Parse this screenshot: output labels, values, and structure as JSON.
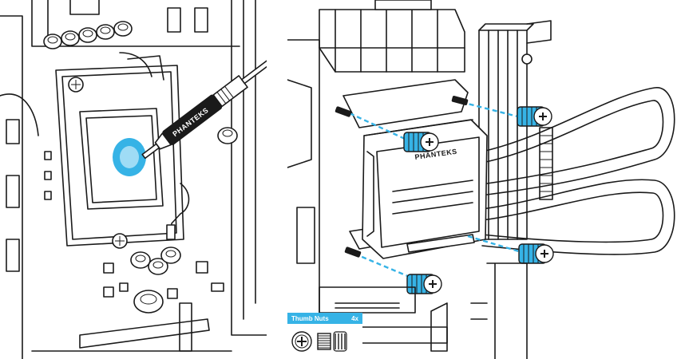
{
  "colors": {
    "accent": "#36b3e6",
    "accent_light": "#9fdcf5",
    "line": "#1a1a1a",
    "background": "#ffffff"
  },
  "syringe": {
    "brand": "PHANTEKS"
  },
  "pump": {
    "brand": "PHANTEKS"
  },
  "legend": {
    "title": "Thumb Nuts",
    "quantity": "4x"
  },
  "icons": [
    "thumb-nut-top-icon",
    "thumb-nut-side-icon",
    "thumb-nut-spring-icon"
  ]
}
